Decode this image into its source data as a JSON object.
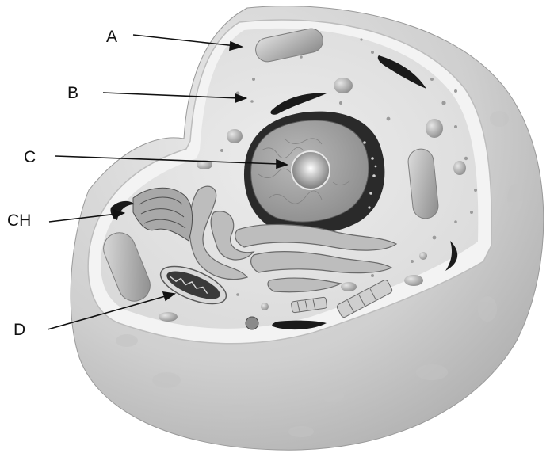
{
  "labels": {
    "a": "A",
    "b": "B",
    "c": "C",
    "ch": "CH",
    "d": "D"
  },
  "colors": {
    "background": "#ffffff",
    "cell_surface": "#d3d3d3",
    "cytoplasm": "#e4e4e4",
    "membrane_edge": "#f4f4f4",
    "organelle_dark": "#1a1a1a",
    "organelle_gray": "#a8a8a8",
    "leader_line": "#111111"
  }
}
